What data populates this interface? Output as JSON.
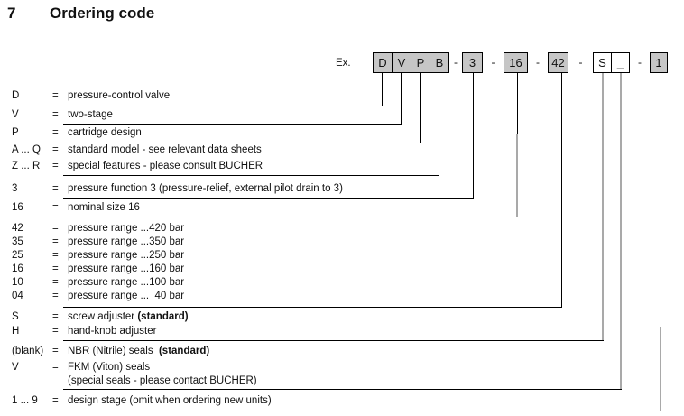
{
  "header": {
    "number": "7",
    "title": "Ordering code"
  },
  "example": {
    "label": "Ex."
  },
  "separator": "-",
  "code_boxes": [
    {
      "label": "D"
    },
    {
      "label": "V"
    },
    {
      "label": "P"
    },
    {
      "label": "B"
    },
    {
      "label": "3"
    },
    {
      "label": "16"
    },
    {
      "label": "42"
    },
    {
      "label": "S"
    },
    {
      "label": "_"
    },
    {
      "label": "1"
    }
  ],
  "rows": [
    {
      "code": "D",
      "eq": "=",
      "desc": "pressure-control valve"
    },
    {
      "code": "V",
      "eq": "=",
      "desc": "two-stage"
    },
    {
      "code": "P",
      "eq": "=",
      "desc": "cartridge design"
    },
    {
      "code": "A ... Q",
      "eq": "=",
      "desc": "standard model - see relevant data sheets"
    },
    {
      "code": "Z ... R",
      "eq": "=",
      "desc": "special features - please consult BUCHER"
    },
    {
      "code": "3",
      "eq": "=",
      "desc": "pressure function 3 (pressure-relief, external pilot drain to 3)"
    },
    {
      "code": "16",
      "eq": "=",
      "desc": "nominal size 16"
    },
    {
      "code": "42",
      "eq": "=",
      "desc": "pressure range ...420 bar"
    },
    {
      "code": "35",
      "eq": "=",
      "desc": "pressure range ...350 bar"
    },
    {
      "code": "25",
      "eq": "=",
      "desc": "pressure range ...250 bar"
    },
    {
      "code": "16",
      "eq": "=",
      "desc": "pressure range ...160 bar"
    },
    {
      "code": "10",
      "eq": "=",
      "desc": "pressure range ...100 bar"
    },
    {
      "code": "04",
      "eq": "=",
      "desc": "pressure range ...  40 bar"
    },
    {
      "code": "S",
      "eq": "=",
      "desc": "screw adjuster ",
      "desc_bold": "(standard)"
    },
    {
      "code": "H",
      "eq": "=",
      "desc": "hand-knob adjuster"
    },
    {
      "code": "(blank)",
      "eq": "=",
      "desc": "NBR (Nitrile) seals  ",
      "desc_bold": "(standard)"
    },
    {
      "code": "V",
      "eq": "=",
      "desc": "FKM (Viton) seals"
    },
    {
      "code": "",
      "eq": "",
      "desc": "(special seals - please contact BUCHER)"
    },
    {
      "code": "1 ... 9",
      "eq": "=",
      "desc": "design stage (omit when ordering new units)"
    }
  ],
  "colors": {
    "box_fill": "#c6c6c6",
    "line_gray": "#a9a9a9",
    "line_black": "#000000"
  }
}
